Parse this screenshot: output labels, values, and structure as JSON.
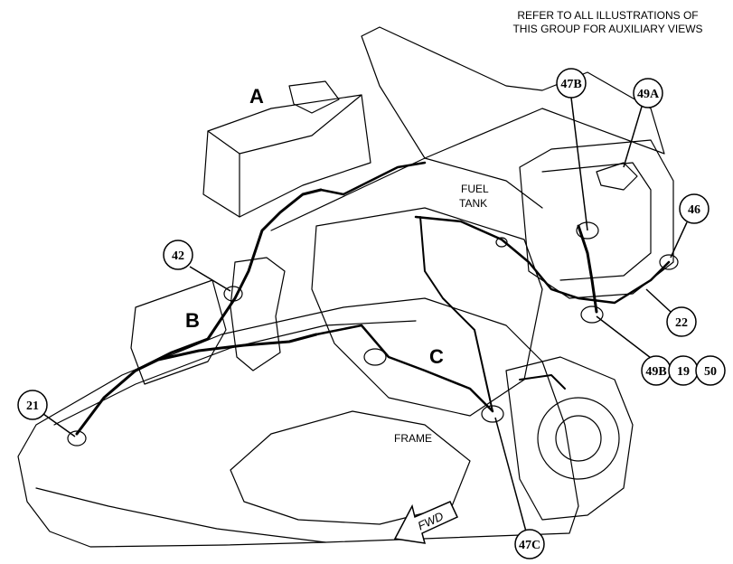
{
  "header_note": {
    "line1": "REFER TO ALL ILLUSTRATIONS OF",
    "line2": "THIS GROUP FOR AUXILIARY VIEWS"
  },
  "section_labels": {
    "a": "A",
    "b": "B",
    "c": "C"
  },
  "area_labels": {
    "fuel_line1": "FUEL",
    "fuel_line2": "TANK",
    "frame": "FRAME",
    "fwd": "FWD"
  },
  "callouts": {
    "c47b": "47B",
    "c49a": "49A",
    "c46": "46",
    "c42": "42",
    "c22": "22",
    "c49b": "49B",
    "c19": "19",
    "c50": "50",
    "c21": "21",
    "c47c": "47C"
  }
}
